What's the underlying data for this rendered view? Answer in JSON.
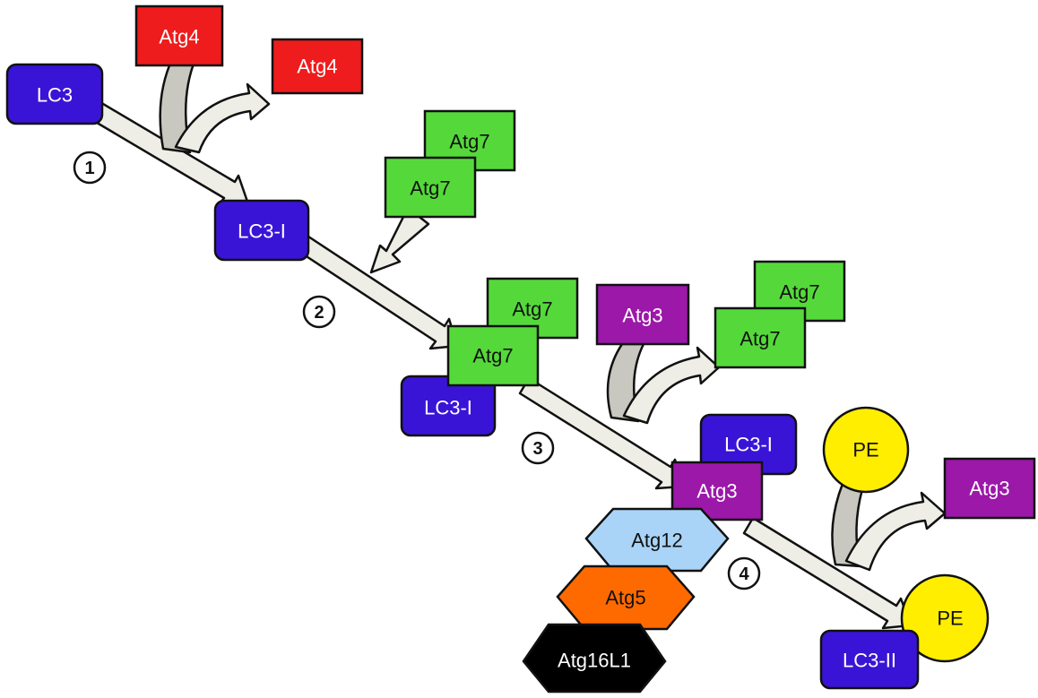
{
  "colors": {
    "lc3": "#3a14d6",
    "atg4": "#ee1c1c",
    "atg7": "#55d93a",
    "atg3": "#9b18a8",
    "pe": "#ffee00",
    "atg12": "#a9d4f7",
    "atg5": "#ff6a00",
    "atg16l1": "#000000",
    "arrow_fill": "#eeeee6",
    "curved_in_fill": "#c8c8c0"
  },
  "labels": {
    "lc3": "LC3",
    "lc3_i": "LC3-I",
    "lc3_ii": "LC3-II",
    "atg4": "Atg4",
    "atg7": "Atg7",
    "atg3": "Atg3",
    "pe": "PE",
    "atg12": "Atg12",
    "atg5": "Atg5",
    "atg16l1": "Atg16L1"
  },
  "steps": [
    "1",
    "2",
    "3",
    "4"
  ]
}
